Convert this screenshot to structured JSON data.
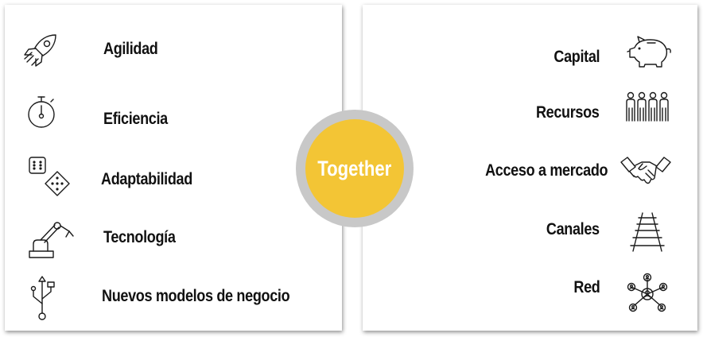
{
  "center": {
    "label": "Together"
  },
  "left": {
    "items": [
      {
        "label": "Agilidad",
        "icon": "rocket-icon"
      },
      {
        "label": "Eficiencia",
        "icon": "stopwatch-icon"
      },
      {
        "label": "Adaptabilidad",
        "icon": "dice-icon"
      },
      {
        "label": "Tecnología",
        "icon": "robot-arm-icon"
      },
      {
        "label": "Nuevos modelos de negocio",
        "icon": "usb-icon"
      }
    ]
  },
  "right": {
    "items": [
      {
        "label": "Capital",
        "icon": "piggy-bank-icon"
      },
      {
        "label": "Recursos",
        "icon": "people-icon"
      },
      {
        "label": "Acceso a mercado",
        "icon": "handshake-icon"
      },
      {
        "label": "Canales",
        "icon": "railway-track-icon"
      },
      {
        "label": "Red",
        "icon": "network-icon"
      }
    ]
  },
  "colors": {
    "hub_fill": "#f3c535",
    "hub_ring": "#c8c8c8",
    "text": "#111111",
    "hub_text": "#ffffff"
  }
}
